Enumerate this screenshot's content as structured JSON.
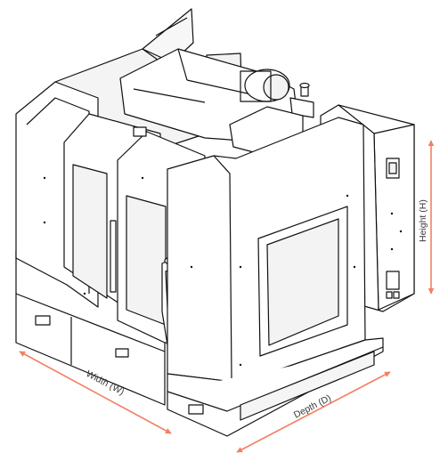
{
  "labels": {
    "width": "Width (W)",
    "depth": "Depth (D)",
    "height": "Height (H)"
  },
  "colors": {
    "arrow": "#f28064",
    "line": "#111111",
    "fill": "#ffffff",
    "shade": "#efefef",
    "window": "#f3f3f3"
  },
  "icons": [
    "machine-enclosure-drawing",
    "control-pendant-icon",
    "double-headed-arrow-icon"
  ]
}
